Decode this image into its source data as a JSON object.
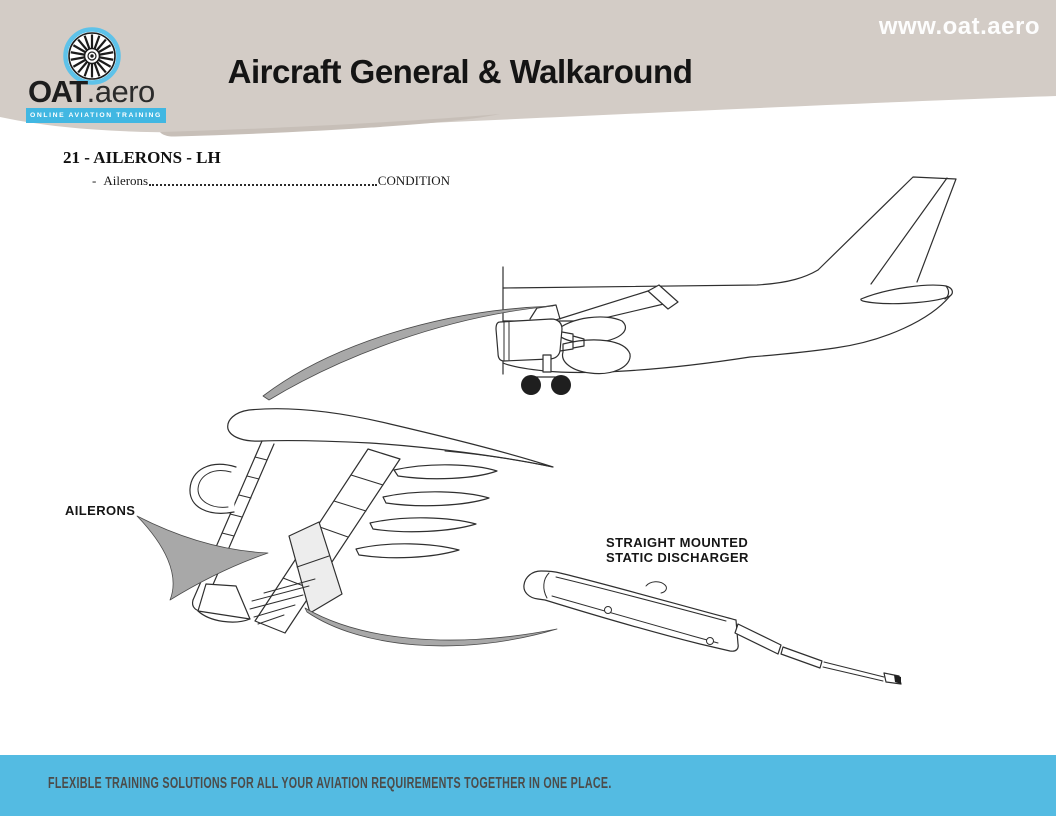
{
  "header": {
    "website": "www.oat.aero",
    "title": "Aircraft General & Walkaround",
    "logo": {
      "icon": "turbine-fan-icon",
      "brand_bold": "OAT",
      "brand_suffix": ".aero",
      "tagline": "ONLINE AVIATION TRAINING"
    }
  },
  "content": {
    "section_title": "21 - AILERONS - LH",
    "checklist": [
      {
        "bullet": "-",
        "label": "Ailerons",
        "value": "CONDITION"
      }
    ],
    "labels": {
      "ailerons": "AILERONS",
      "discharger_line1": "STRAIGHT MOUNTED",
      "discharger_line2": "STATIC DISCHARGER"
    }
  },
  "footer": {
    "tagline": "FLEXIBLE TRAINING SOLUTIONS FOR ALL YOUR AVIATION REQUIREMENTS TOGETHER IN ONE PLACE."
  },
  "colors": {
    "band": "#d3ccc6",
    "band_shadow": "#c7bfb8",
    "footer_blue": "#54bbe2",
    "logo_blue": "#41b7e2",
    "footer_text": "#4c4c4a",
    "swoosh": "#a8a8a8"
  }
}
